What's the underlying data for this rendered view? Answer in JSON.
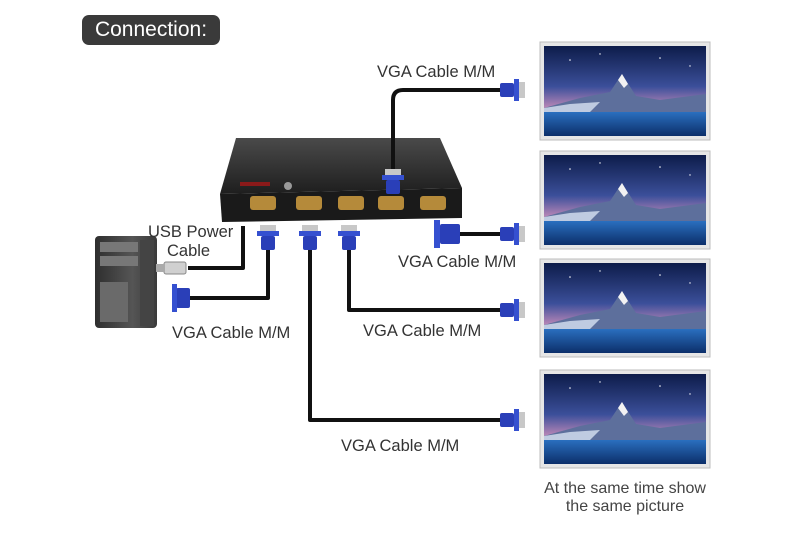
{
  "header": {
    "title": "Connection:"
  },
  "labels": {
    "vga_top": "VGA Cable M/M",
    "usb_power_line1": "USB Power",
    "usb_power_line2": "Cable",
    "vga_mid_right": "VGA Cable M/M",
    "vga_left": "VGA Cable M/M",
    "vga_center": "VGA Cable M/M",
    "vga_bottom": "VGA Cable M/M"
  },
  "caption": {
    "line1": "At the same time show",
    "line2": "the same picture"
  },
  "colors": {
    "cable": "#111111",
    "connector": "#2a3fb8",
    "splitter_body": "#2b2b2b"
  }
}
